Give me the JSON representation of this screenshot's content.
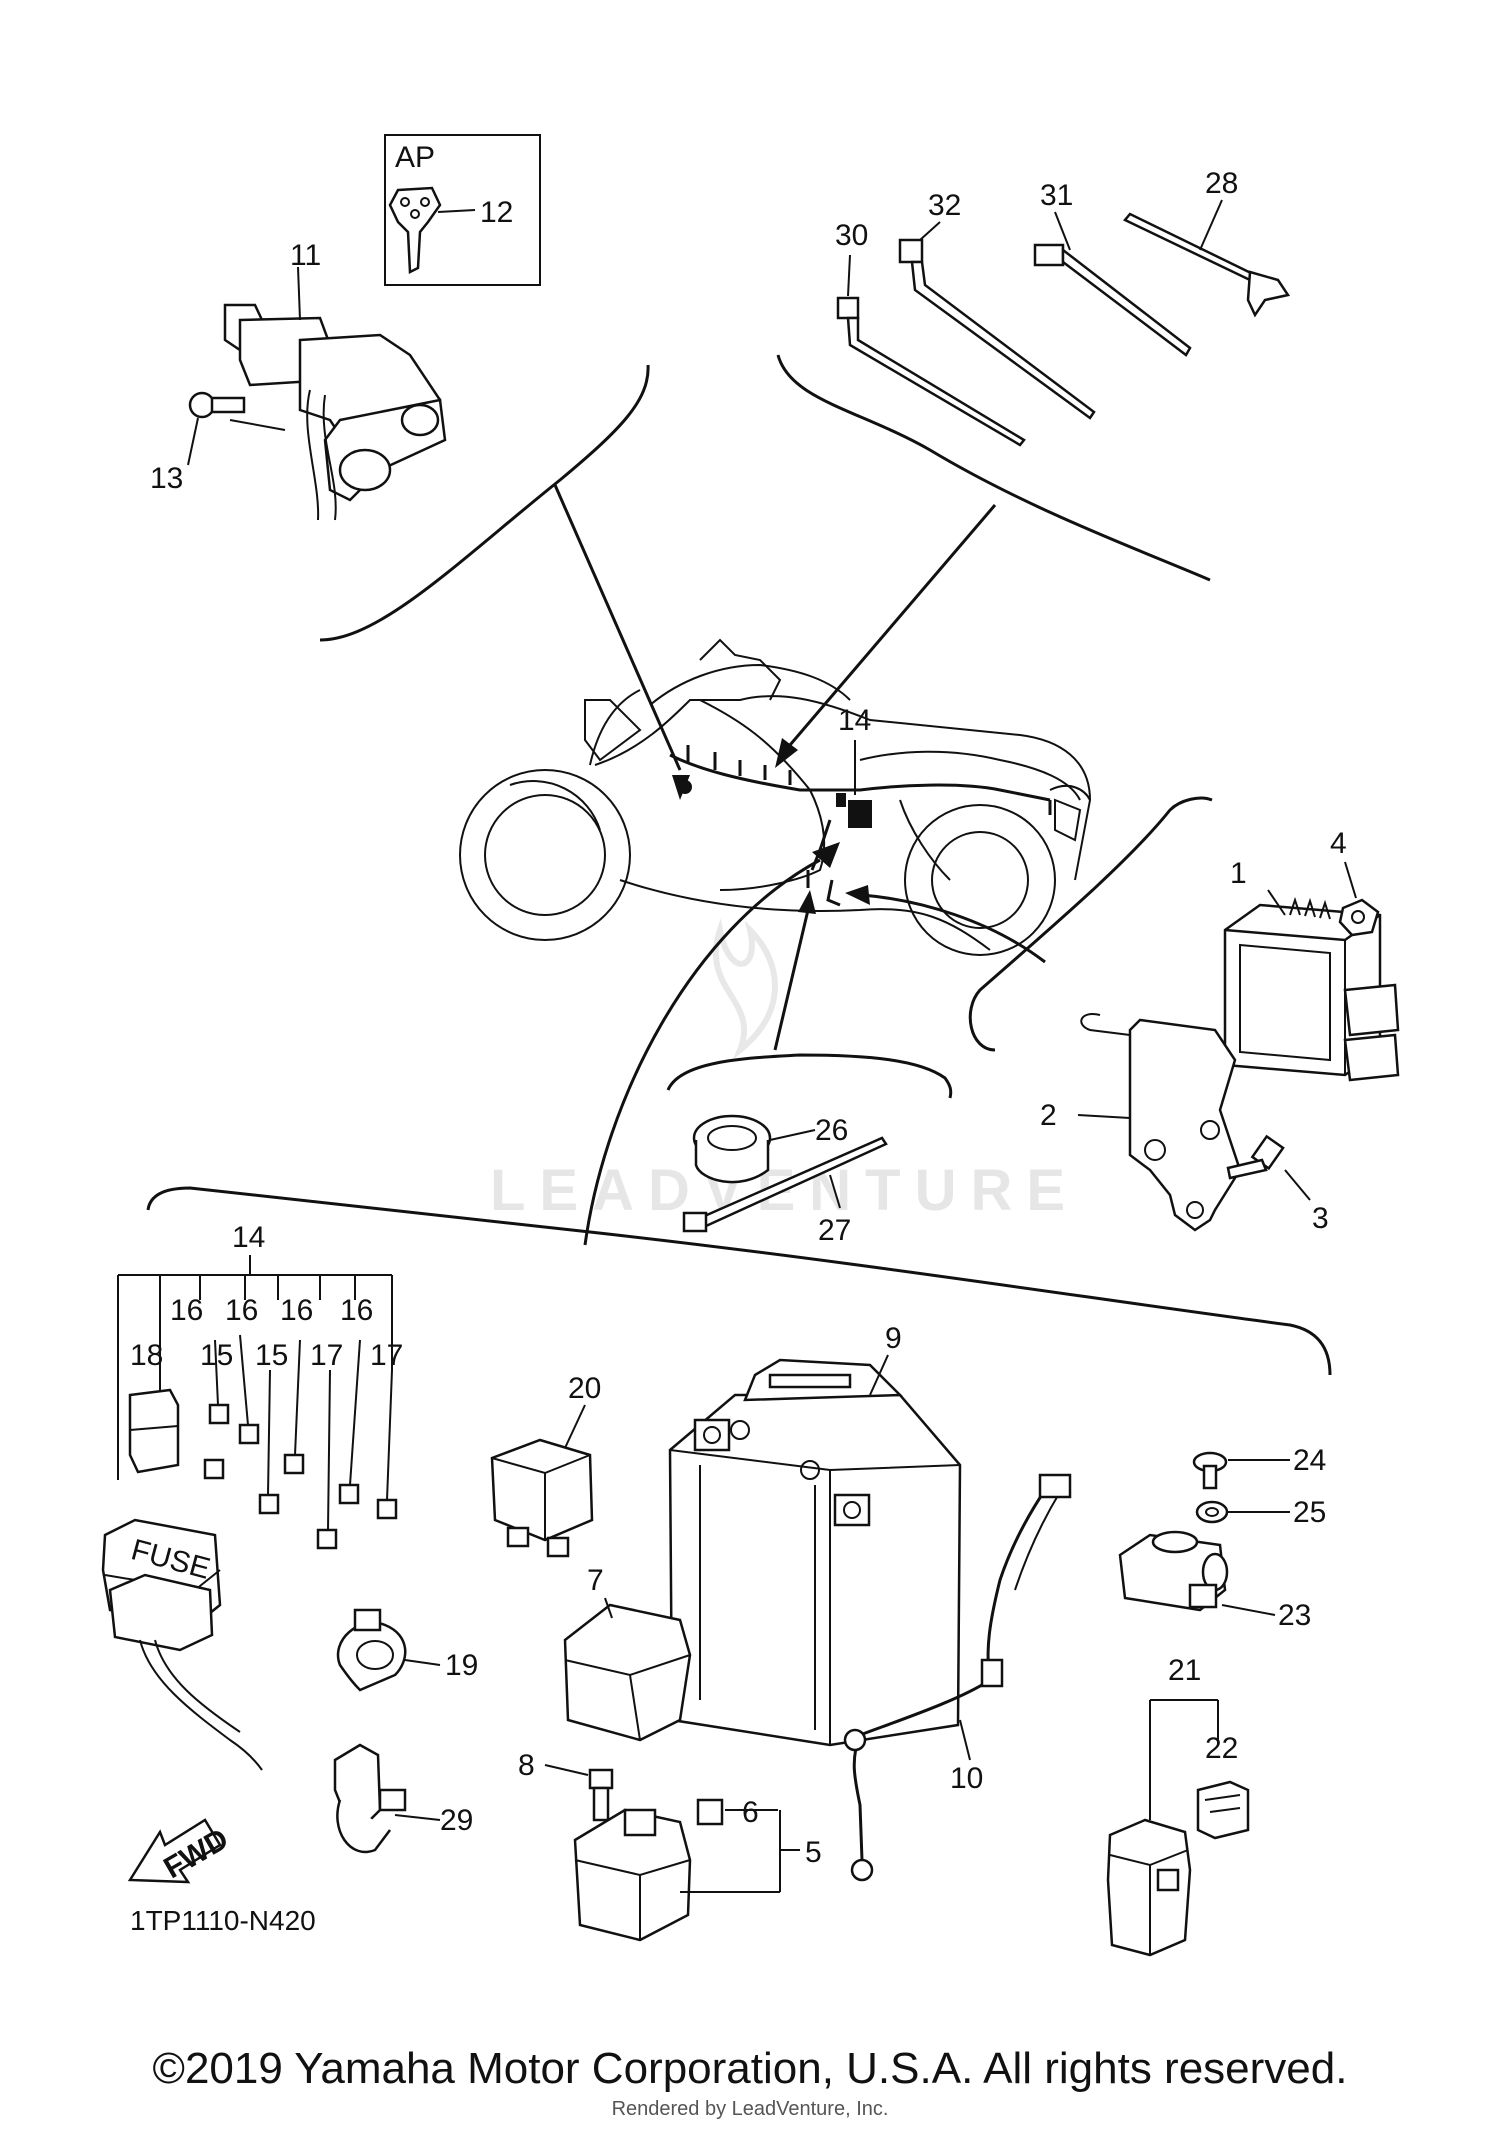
{
  "header": {
    "ap_label": "AP"
  },
  "callouts": {
    "n1": "1",
    "n2": "2",
    "n3": "3",
    "n4": "4",
    "n5": "5",
    "n6": "6",
    "n7": "7",
    "n8": "8",
    "n9": "9",
    "n10": "10",
    "n11": "11",
    "n12": "12",
    "n13": "13",
    "n14": "14",
    "n15": "15",
    "n16": "16",
    "n17": "17",
    "n18": "18",
    "n19": "19",
    "n20": "20",
    "n21": "21",
    "n22": "22",
    "n23": "23",
    "n24": "24",
    "n25": "25",
    "n26": "26",
    "n27": "27",
    "n28": "28",
    "n29": "29",
    "n30": "30",
    "n31": "31",
    "n32": "32"
  },
  "fuse_label": "FUSE",
  "fwd_label": "FWD",
  "diagram_code": "1TP1110-N420",
  "watermark": "LEADVENTURE",
  "copyright": "©2019 Yamaha Motor Corporation, U.S.A. All rights reserved.",
  "rendered_by": "Rendered by LeadVenture, Inc."
}
